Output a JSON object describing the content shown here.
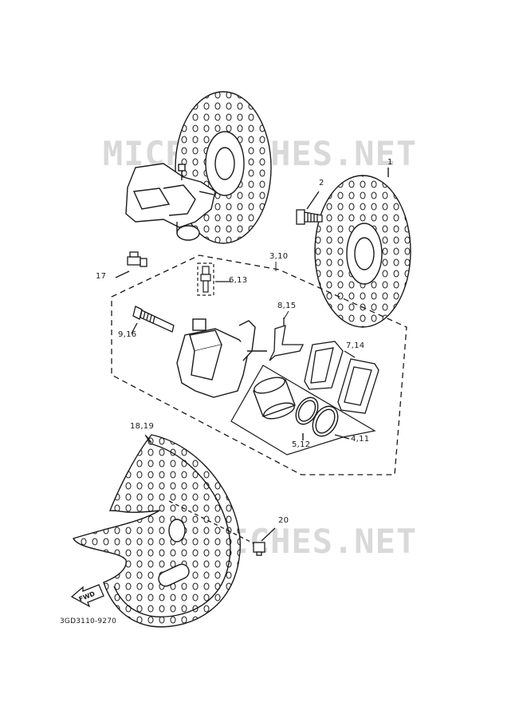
{
  "watermark": {
    "text": "MICROFICHES.NET",
    "color": "#d4d4d4"
  },
  "fwd_arrow": {
    "text": "FWD"
  },
  "diagram_code": "3GD3110-9270",
  "callouts": {
    "c1": "1",
    "c2": "2",
    "c3_10": "3,10",
    "c17": "17",
    "c6_13": "6,13",
    "c8_15": "8,15",
    "c9_16": "9,16",
    "c7_14": "7,14",
    "c5_12": "5,12",
    "c4_11": "4,11",
    "c18_19": "18,19",
    "c20": "20"
  },
  "colors": {
    "line": "#1a1a1a",
    "paper": "#ffffff"
  }
}
